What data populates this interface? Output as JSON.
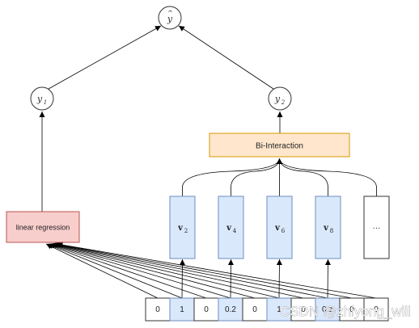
{
  "nodes": {
    "y_hat": {
      "base": "y",
      "accent": "^"
    },
    "y1": {
      "base": "y",
      "sub": "1"
    },
    "y2": {
      "base": "y",
      "sub": "2"
    }
  },
  "bi_interaction": {
    "label": "Bi-Interaction",
    "fill": "#ffe6cc",
    "stroke": "#d79b00"
  },
  "linear_regression": {
    "label": "linear regression",
    "fill": "#f8cecc",
    "stroke": "#b85450"
  },
  "embeddings": [
    {
      "base": "v",
      "sub": "2"
    },
    {
      "base": "v",
      "sub": "4"
    },
    {
      "base": "v",
      "sub": "6"
    },
    {
      "base": "v",
      "sub": "8"
    }
  ],
  "ellipsis": "···",
  "embedding_colors": {
    "fill": "#dae8fc",
    "stroke": "#6c8ebf"
  },
  "input_cells": [
    "0",
    "1",
    "0",
    "0.2",
    "0",
    "1",
    "0",
    "0.1",
    "0",
    "0"
  ],
  "input_highlighted": [
    false,
    true,
    false,
    true,
    false,
    true,
    false,
    true,
    false,
    false
  ],
  "watermark": "CSDN @zhiyong_will"
}
